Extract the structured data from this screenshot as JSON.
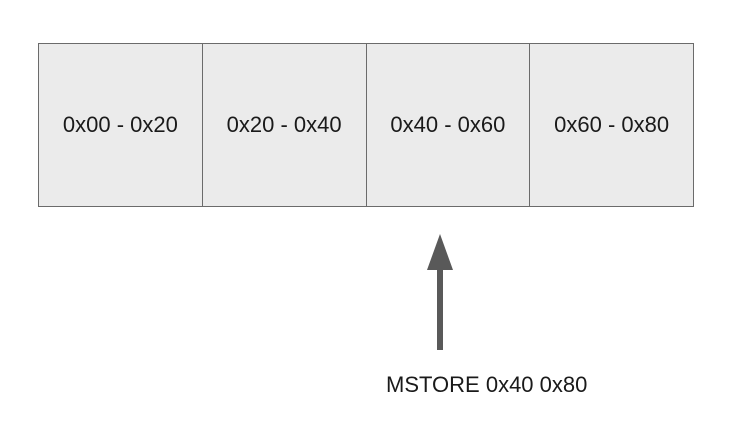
{
  "memory": {
    "cells": [
      {
        "label": "0x00 - 0x20"
      },
      {
        "label": "0x20 - 0x40"
      },
      {
        "label": "0x40 - 0x60"
      },
      {
        "label": "0x60 - 0x80"
      }
    ]
  },
  "pointer": {
    "caption": "MSTORE 0x40 0x80",
    "target_cell_index": 2,
    "color": "#595959"
  },
  "colors": {
    "cell_fill": "#ebebeb",
    "cell_border": "#6b6b6b",
    "text": "#1a1a1a"
  }
}
